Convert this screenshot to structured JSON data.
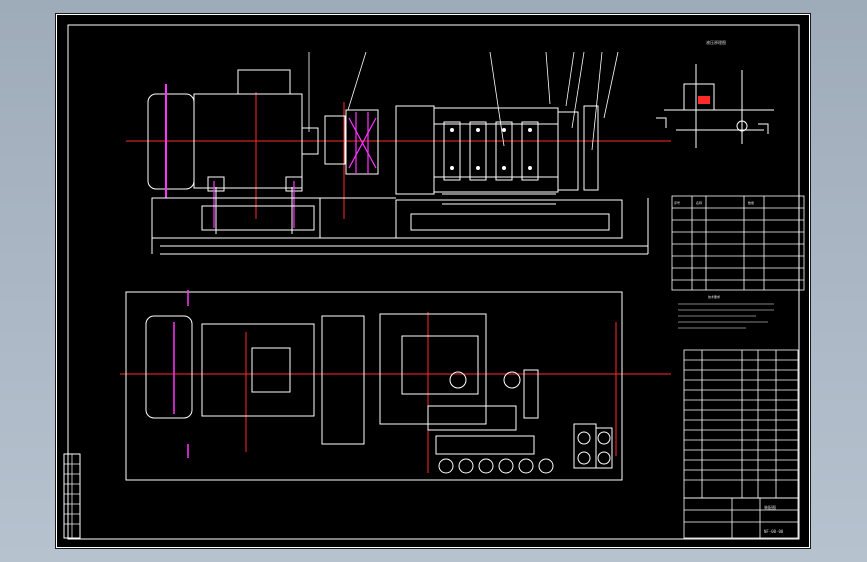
{
  "window": {
    "type": "CAD drawing viewport"
  },
  "colors": {
    "background": "#000000",
    "frame": "#ffffff",
    "centerline": "#ff2a2a",
    "magenta": "#ff34ff",
    "white": "#f2f2f2"
  },
  "labels": {
    "diagram_label": "液压原理图",
    "table_header_a": "序号",
    "table_header_b": "名称",
    "table_header_c": "数量",
    "notes_title": "技术要求",
    "title_block": "装配图",
    "drawing_code": "NF-00-00"
  }
}
